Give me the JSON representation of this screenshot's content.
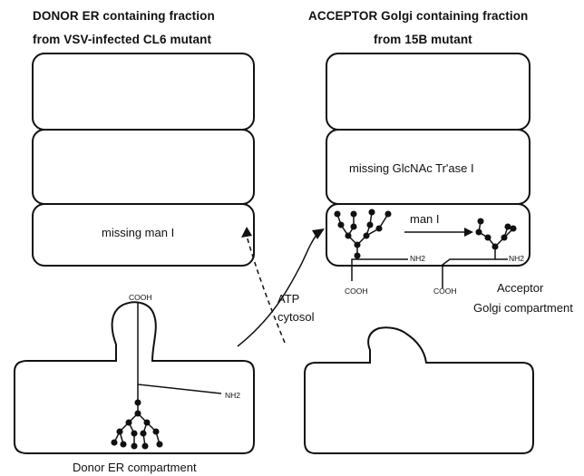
{
  "donor": {
    "title_line1": "DONOR  ER containing fraction",
    "title_line2": "from VSV-infected  CL6 mutant",
    "cisterna_label": "missing man I",
    "compartment_label": "Donor ER compartment"
  },
  "acceptor": {
    "title_line1": "ACCEPTOR Golgi containing fraction",
    "title_line2": "from 15B mutant",
    "cisterna_label": "missing GlcNAc Tr'ase I",
    "enzyme_label": "man I",
    "compartment_label_line1": "Acceptor",
    "compartment_label_line2": "Golgi compartment"
  },
  "transport": {
    "line1": "ATP",
    "line2": "cytosol"
  },
  "protein": {
    "cooh": "COOH",
    "nh2": "NH2"
  }
}
